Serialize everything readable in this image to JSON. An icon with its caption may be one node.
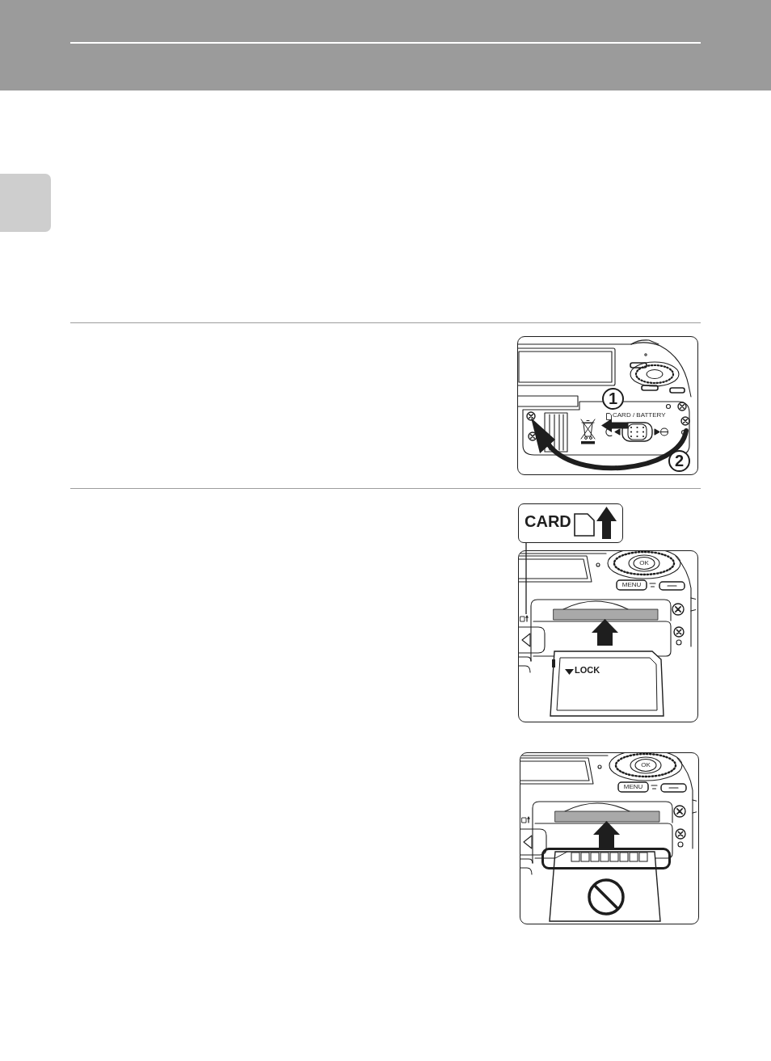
{
  "diagram": {
    "nodes": [
      {
        "text": [
          "1"
        ]
      },
      {
        "text": [
          "2"
        ]
      },
      {
        "text": [
          "CARD"
        ]
      },
      {
        "text": [],
        "shape": "picture"
      }
    ],
    "edges": [
      {
        "from": 2,
        "to": 3,
        "arrow": "none"
      }
    ],
    "labels": [
      "CARD / BATTERY",
      "OK",
      "MENU",
      "LOCK",
      "OK",
      "MENU"
    ]
  }
}
